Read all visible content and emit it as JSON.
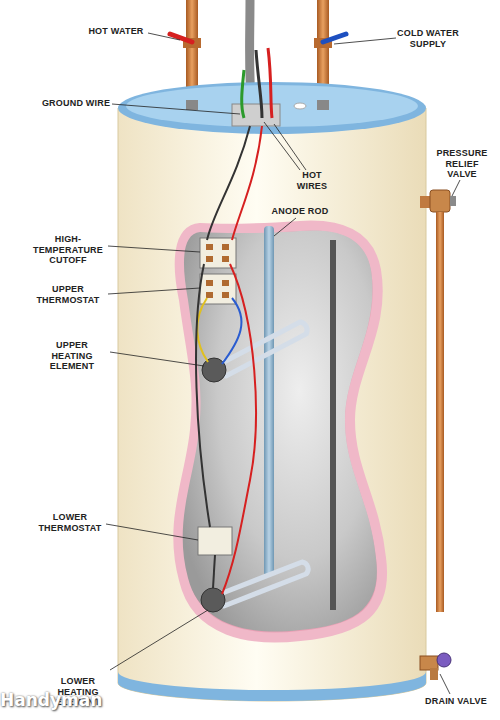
{
  "diagram": {
    "labels": [
      "HOT WATER",
      "COLD WATER SUPPLY",
      "GROUND WIRE",
      "HOT WIRES",
      "PRESSURE RELIEF VALVE",
      "ANODE ROD",
      "HIGH-TEMPERATURE CUTOFF",
      "UPPER THERMOSTAT",
      "UPPER HEATING ELEMENT",
      "LOWER THERMOSTAT",
      "LOWER HEATING ELEMENT",
      "DRAIN VALVE",
      "Handyman"
    ]
  }
}
